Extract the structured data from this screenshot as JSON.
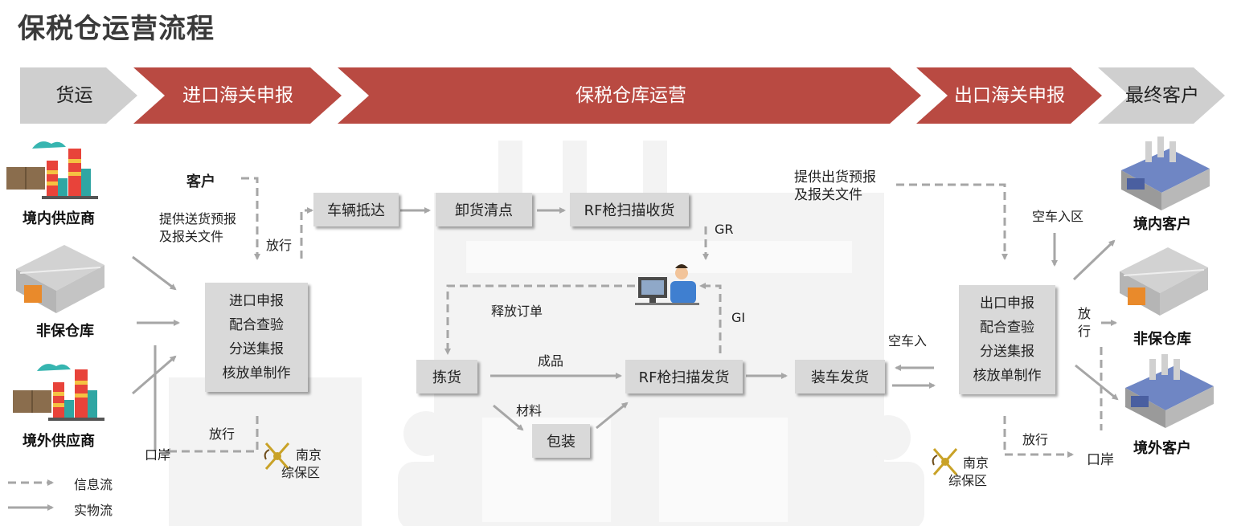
{
  "title": "保税仓运营流程",
  "phases": [
    {
      "label": "货运"
    },
    {
      "label": "进口海关申报"
    },
    {
      "label": "保税仓库运营"
    },
    {
      "label": "出口海关申报"
    },
    {
      "label": "最终客户"
    }
  ],
  "left_entities": [
    "境内供应商",
    "非保仓库",
    "境外供应商"
  ],
  "right_entities": [
    "境内客户",
    "非保仓库",
    "境外客户"
  ],
  "import_box": [
    "进口申报",
    "配合查验",
    "分送集报",
    "核放单制作"
  ],
  "export_box": [
    "出口申报",
    "配合查验",
    "分送集报",
    "核放单制作"
  ],
  "process": {
    "vehicle_arrival": "车辆抵达",
    "unload_count": "卸货清点",
    "rf_receive": "RF枪扫描收货",
    "picking": "拣货",
    "rf_ship": "RF枪扫描发货",
    "loading": "装车发货",
    "packing": "包装"
  },
  "labels": {
    "customer": "客户",
    "provide_docs_in": [
      "提供送货预报",
      "及报关文件"
    ],
    "release": "放行",
    "gr": "GR",
    "gi": "GI",
    "release_order": "释放订单",
    "finished_goods": "成品",
    "material": "材料",
    "empty_in": "空车入",
    "provide_docs_out": [
      "提供出货预报",
      "及报关文件"
    ],
    "empty_in_zone": "空车入区",
    "port": "口岸",
    "zone_name": [
      "南京",
      "综保区"
    ]
  },
  "legend": {
    "info_flow": "信息流",
    "physical_flow": "实物流"
  },
  "colors": {
    "red": "#b94a42",
    "grey": "#cfcfcf",
    "box": "#d9d9d9",
    "arrow": "#a6a6a6"
  }
}
